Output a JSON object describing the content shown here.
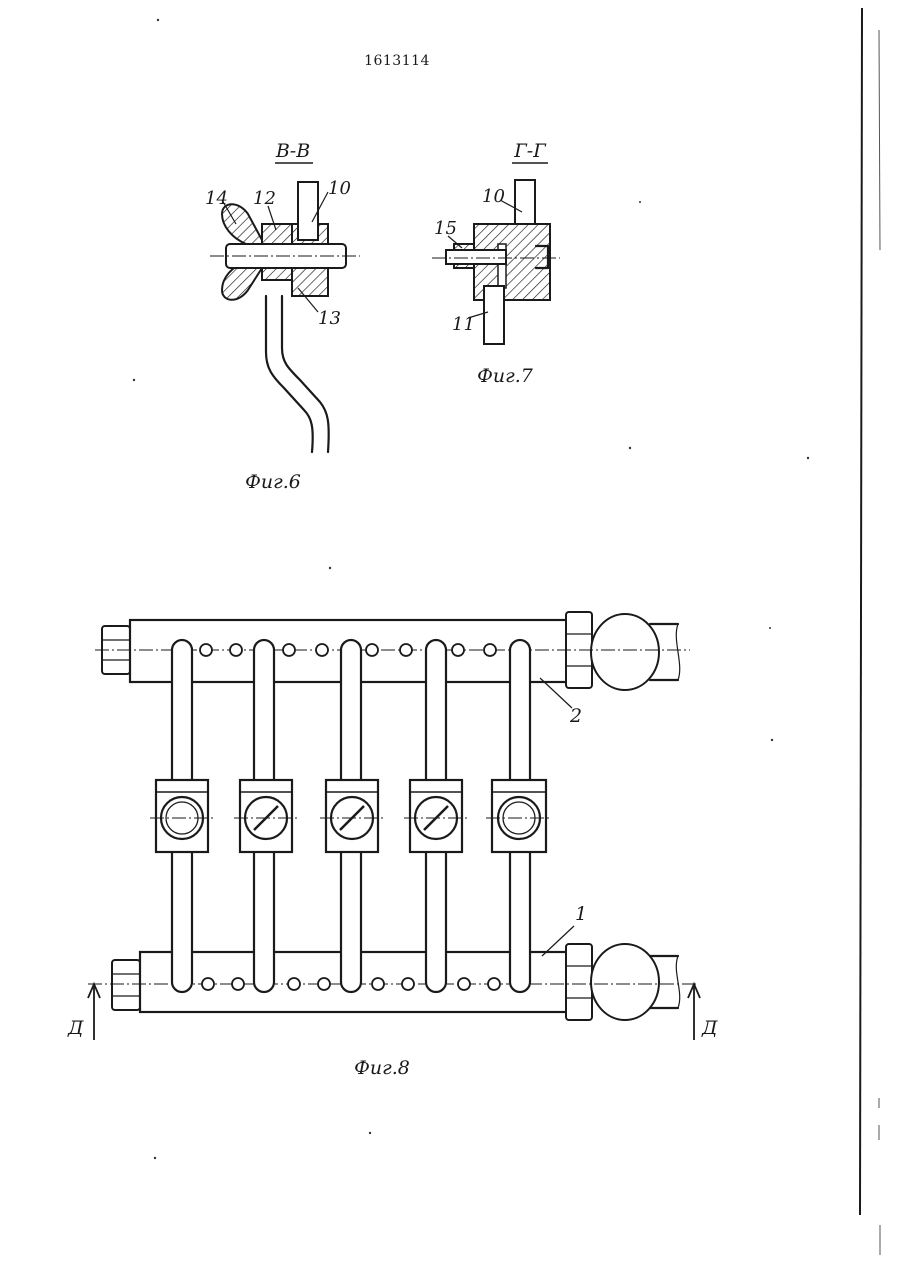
{
  "document": {
    "number": "1613114"
  },
  "fig6": {
    "section_label": "В-В",
    "caption": "Фиг.6",
    "callouts": [
      "14",
      "12",
      "10",
      "13"
    ]
  },
  "fig7": {
    "section_label": "Г-Г",
    "caption": "Фиг.7",
    "callouts": [
      "10",
      "15",
      "11"
    ]
  },
  "fig8": {
    "caption": "Фиг.8",
    "callouts": [
      "2",
      "1"
    ],
    "section_marks": [
      "Д",
      "Д"
    ]
  }
}
